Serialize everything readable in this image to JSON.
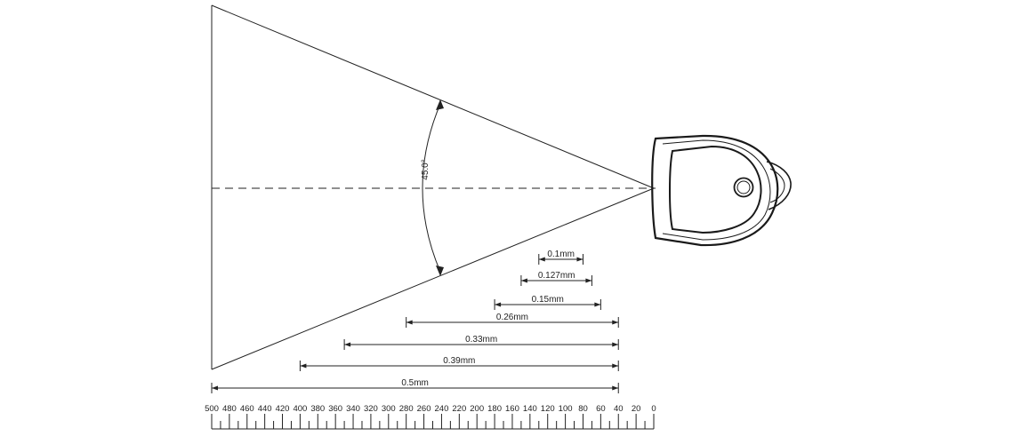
{
  "diagram": {
    "angle_label": "45.0°",
    "ranges": [
      {
        "label": "0.1mm",
        "min": 80,
        "max": 130
      },
      {
        "label": "0.127mm",
        "min": 70,
        "max": 150
      },
      {
        "label": "0.15mm",
        "min": 60,
        "max": 180
      },
      {
        "label": "0.26mm",
        "min": 40,
        "max": 280
      },
      {
        "label": "0.33mm",
        "min": 40,
        "max": 350
      },
      {
        "label": "0.39mm",
        "min": 40,
        "max": 400
      },
      {
        "label": "0.5mm",
        "min": 40,
        "max": 500
      }
    ],
    "scale": {
      "major_ticks": [
        500,
        480,
        460,
        440,
        420,
        400,
        380,
        360,
        340,
        320,
        300,
        280,
        260,
        240,
        220,
        200,
        180,
        160,
        140,
        120,
        100,
        80,
        60,
        40,
        20,
        0
      ],
      "minor_step": 10,
      "max": 500,
      "min": 0
    }
  }
}
